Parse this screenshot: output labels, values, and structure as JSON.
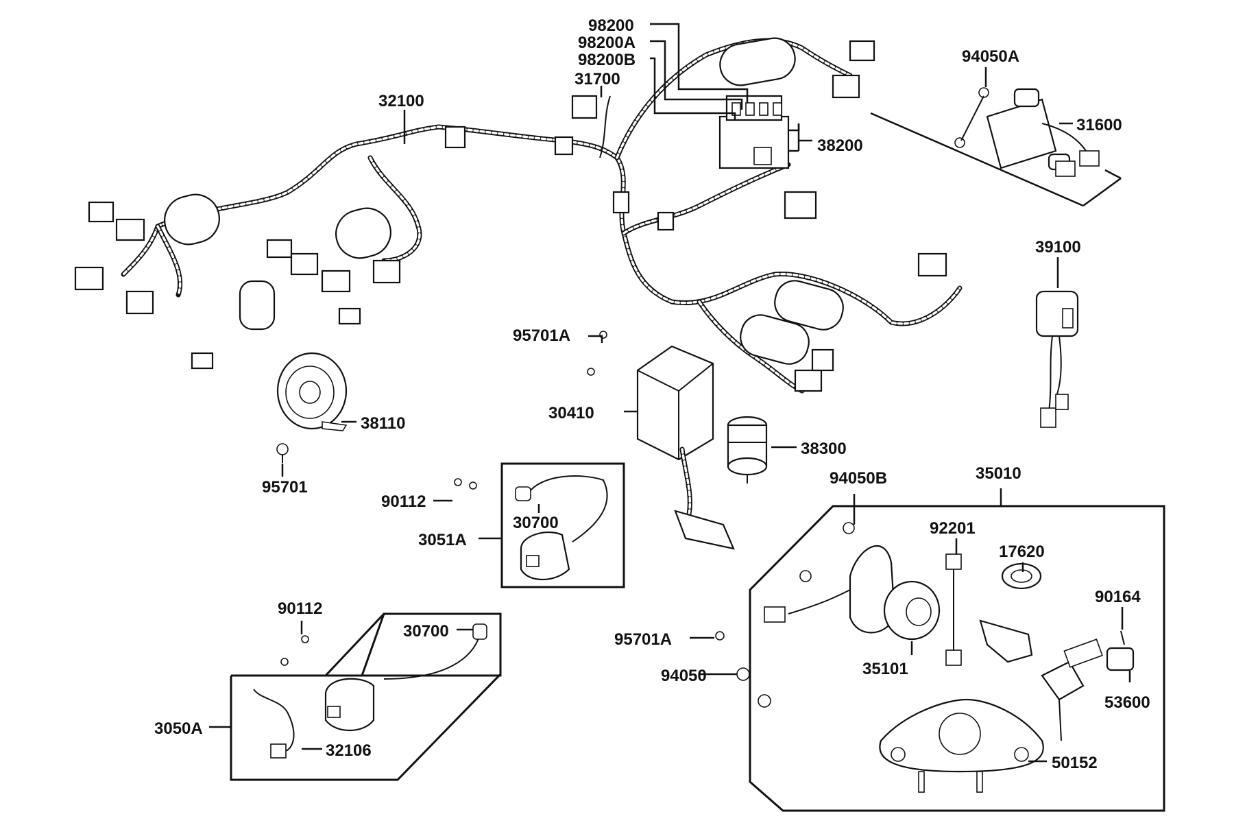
{
  "diagram": {
    "parts": [
      {
        "id": "98200",
        "label": "98200"
      },
      {
        "id": "98200A",
        "label": "98200A"
      },
      {
        "id": "98200B",
        "label": "98200B"
      },
      {
        "id": "31700",
        "label": "31700"
      },
      {
        "id": "32100",
        "label": "32100"
      },
      {
        "id": "38200",
        "label": "38200"
      },
      {
        "id": "94050A",
        "label": "94050A"
      },
      {
        "id": "31600",
        "label": "31600"
      },
      {
        "id": "39100",
        "label": "39100"
      },
      {
        "id": "95701A_top",
        "label": "95701A"
      },
      {
        "id": "30410",
        "label": "30410"
      },
      {
        "id": "38300",
        "label": "38300"
      },
      {
        "id": "38110",
        "label": "38110"
      },
      {
        "id": "95701",
        "label": "95701"
      },
      {
        "id": "90112_mid",
        "label": "90112"
      },
      {
        "id": "30700_mid",
        "label": "30700"
      },
      {
        "id": "3051A",
        "label": "3051A"
      },
      {
        "id": "94050B",
        "label": "94050B"
      },
      {
        "id": "35010",
        "label": "35010"
      },
      {
        "id": "92201",
        "label": "92201"
      },
      {
        "id": "17620",
        "label": "17620"
      },
      {
        "id": "90164",
        "label": "90164"
      },
      {
        "id": "35101",
        "label": "35101"
      },
      {
        "id": "53600",
        "label": "53600"
      },
      {
        "id": "50152",
        "label": "50152"
      },
      {
        "id": "95701A_bot",
        "label": "95701A"
      },
      {
        "id": "94050",
        "label": "94050"
      },
      {
        "id": "90112_bot",
        "label": "90112"
      },
      {
        "id": "30700_bot",
        "label": "30700"
      },
      {
        "id": "3050A",
        "label": "3050A"
      },
      {
        "id": "32106",
        "label": "32106"
      }
    ]
  }
}
